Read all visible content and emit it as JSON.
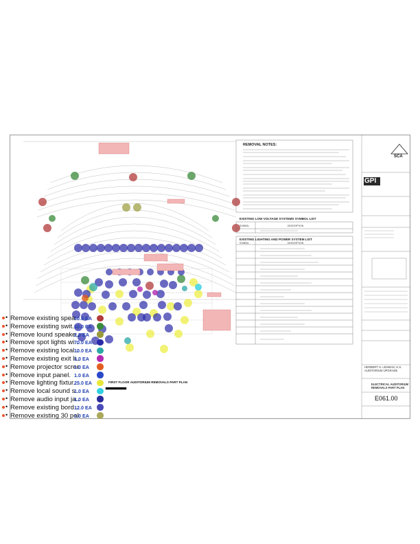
{
  "plan_title": [
    "FIRST FLOOR AUDITORIUM REMOVALS PART PLAN"
  ],
  "notes": {
    "title": "REMOVAL NOTES:"
  },
  "low_voltage_list": {
    "title": "EXISTING LOW VOLTAGE SYSTEMS SYMBOL LIST",
    "headers": [
      "SYMBOL",
      "DESCRIPTION"
    ]
  },
  "lighting_list": {
    "title": "EXISTING LIGHTING AND POWER SYSTEM LIST",
    "headers": [
      "SYMBOL",
      "DESCRIPTION"
    ]
  },
  "title_block": {
    "firm": "GPI",
    "logo": "SCA",
    "project": [
      "HERBERT H. LEHMAN, H.S.",
      "AUDITORIUM UPGRADE"
    ],
    "drawing_title": [
      "ELECTRICAL AUDITORIUM",
      "REMOVALS PART PLAN"
    ],
    "sheet": "E061.00"
  },
  "legend": [
    {
      "text": "Remove existing spea...",
      "count": "10.0 EA",
      "color": "#b23a3a"
    },
    {
      "text": "Remove existing swit...",
      "count": "10.0 EA",
      "color": "#3a8a3a"
    },
    {
      "text": "Remove lound speake...",
      "count": "2.0 EA",
      "color": "#9a9a3a"
    },
    {
      "text": "Remove spot lights wi...",
      "count": "70.0 EA",
      "color": "#2a2aa8"
    },
    {
      "text": "Remove existing local...",
      "count": "10.0 EA",
      "color": "#2aa7a7"
    },
    {
      "text": "Remove existing exit li...",
      "count": "3.0 EA",
      "color": "#b22ab2"
    },
    {
      "text": "Remove projector screen",
      "count": "1.0 EA",
      "color": "#e25d1f"
    },
    {
      "text": "Remove input panel.",
      "count": "1.0 EA",
      "color": "#2a48c8"
    },
    {
      "text": "Remove lighting fixtur...",
      "count": "25.0 EA",
      "color": "#e8e83a"
    },
    {
      "text": "Remove local sound s...",
      "count": "1.0 EA",
      "color": "#32d0e0"
    },
    {
      "text": "Remove audio input ja...",
      "count": "1.0 EA",
      "color": "#2a2a9a"
    },
    {
      "text": "Remove existing bord...",
      "count": "12.0 EA",
      "color": "#4a4ab8"
    },
    {
      "text": "Remove existing 30 pole",
      "count": "1.0 EA",
      "color": "#aaa85a"
    }
  ]
}
